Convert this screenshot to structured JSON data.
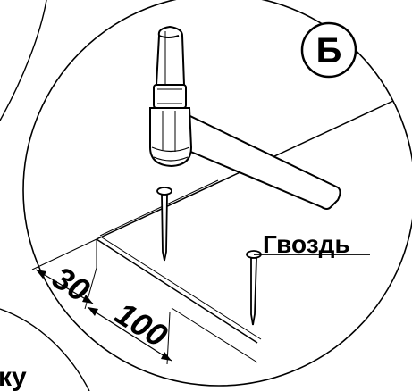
{
  "panel_letter": "Б",
  "nail_label": "Гвоздь",
  "dimensions": {
    "small": "30",
    "large": "100"
  },
  "cutoff_text": "ку",
  "colors": {
    "ink": "#000000",
    "paper": "#ffffff"
  }
}
